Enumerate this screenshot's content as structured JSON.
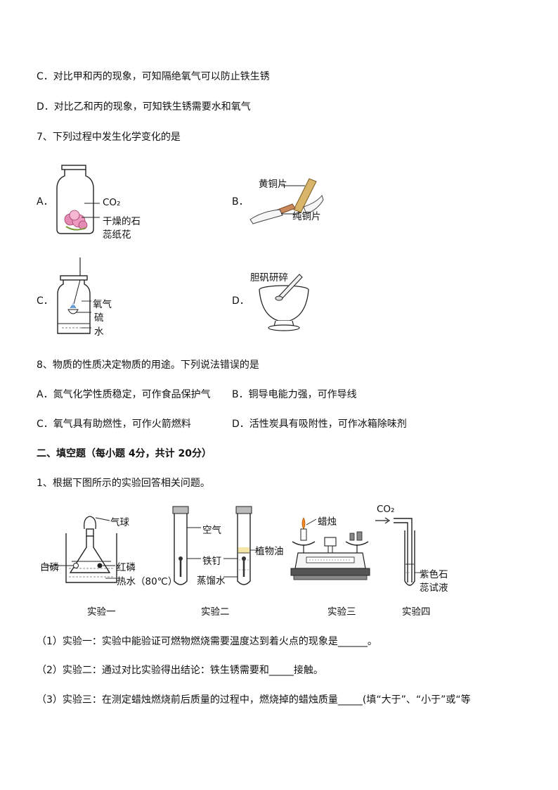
{
  "q6": {
    "optC": "C．对比甲和丙的现象，可知隔绝氧气可以防止铁生锈",
    "optD": "D．对比乙和丙的现象，可知铁生锈需要水和氧气"
  },
  "q7": {
    "stem": "7、下列过程中发生化学变化的是",
    "a": {
      "letter": "A．",
      "co2_label": "CO₂",
      "paper_label_1": "干燥的石",
      "paper_label_2": "蕊纸花"
    },
    "b": {
      "letter": "B．",
      "brass_label": "黄铜片",
      "copper_label": "纯铜片"
    },
    "c": {
      "letter": "C．",
      "oxygen_label": "氧气",
      "sulfur_label": "硫",
      "water_label": "水"
    },
    "d": {
      "letter": "D．",
      "caption": "胆矾研碎"
    }
  },
  "q8": {
    "stem": "8、物质的性质决定物质的用途。下列说法错误的是",
    "optA": "A．氮气化学性质稳定，可作食品保护气",
    "optB": "B．铜导电能力强，可作导线",
    "optC": "C．氧气具有助燃性，可作火箭燃料",
    "optD": "D．活性炭具有吸附性，可作冰箱除味剂"
  },
  "section2": {
    "heading": "二、填空题（每小题 4分，共计 20分）"
  },
  "fill1": {
    "stem": "1、根据下图所示的实验回答相关问题。",
    "exp1": {
      "balloon": "气球",
      "white_p": "白磷",
      "red_p": "红磷",
      "hot_water": "热水（80℃）",
      "caption": "实验一"
    },
    "exp2": {
      "air": "空气",
      "oil": "植物油",
      "nail": "铁钉",
      "water": "蒸馏水",
      "caption": "实验二"
    },
    "exp3": {
      "candle": "蜡烛",
      "caption": "实验三"
    },
    "exp4": {
      "co2": "CO₂",
      "litmus_1": "紫色石",
      "litmus_2": "蕊试液",
      "caption": "实验四"
    },
    "sub1": "（1）实验一：实验中能验证可燃物燃烧需要温度达到着火点的现象是______。",
    "sub2": "（2）实验二：通过对比实验得出结论：铁生锈需要和_____接触。",
    "sub3": "（3）实验三：在测定蜡烛燃烧前后质量的过程中，燃烧掉的蜡烛质量_____(填“大于”、“小于”或“等"
  }
}
